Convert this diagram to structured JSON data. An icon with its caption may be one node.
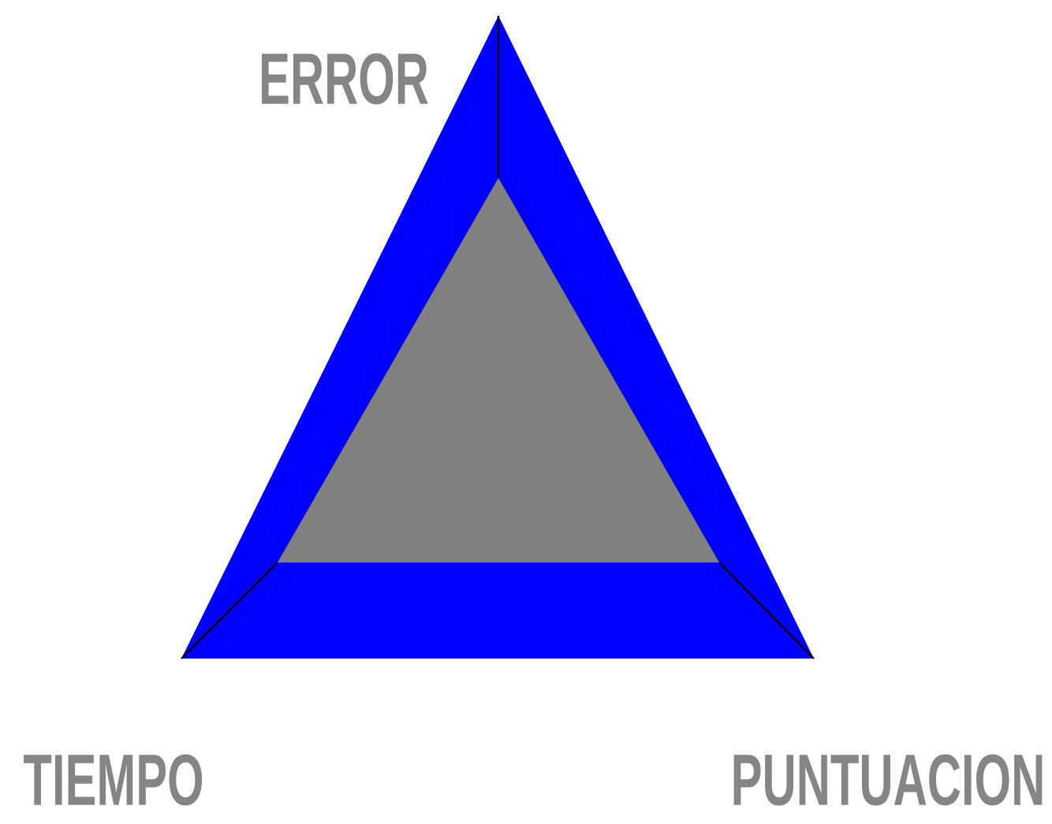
{
  "diagram": {
    "labels": [
      "ERROR",
      "TIEMPO",
      "PUNTUACION"
    ]
  }
}
